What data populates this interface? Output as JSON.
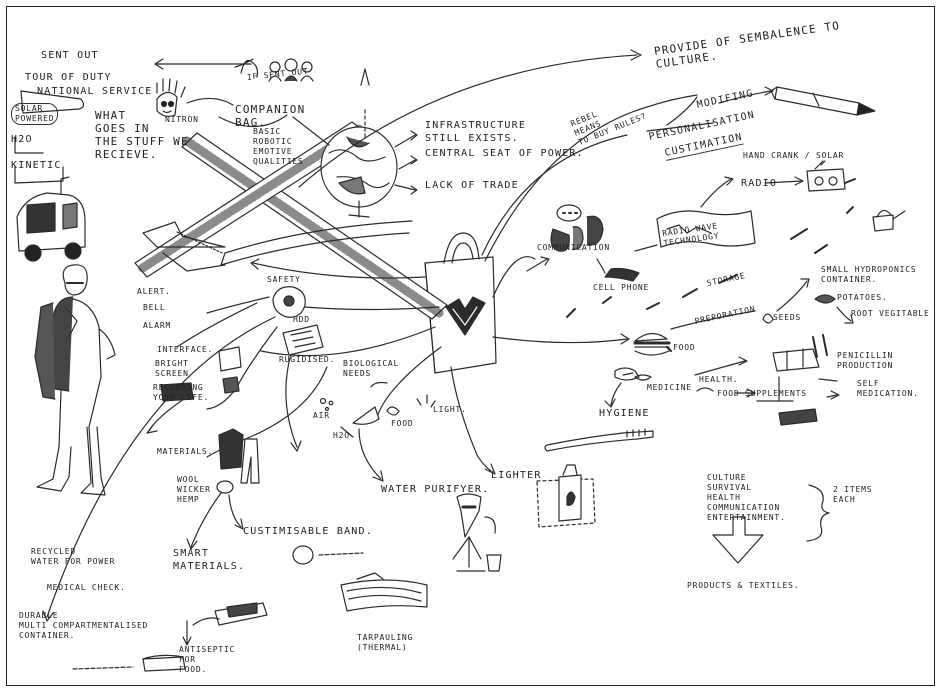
{
  "labels": {
    "sent_out": "SENT OUT",
    "tour_of_duty": "TOUR OF DUTY",
    "national_service": "NATIONAL SERVICE",
    "solar_powered": "SOLAR\nPOWERED",
    "h2o_left": "H2O",
    "kinetic": "KINETIC",
    "what_goes_in": "WHAT\nGOES IN\nTHE STUFF WE\nRECIEVE.",
    "nitron": "NITRON",
    "if_sent_out": "IF SENT OUT",
    "companion_bag": "COMPANION\nBAG.",
    "basic_robotic": "BASIC\nROBOTIC\nEMOTIVE\nQUALITIES",
    "infrastructure": "INFRASTRUCTURE\nSTILL EXISTS.",
    "central_seat": "CENTRAL SEAT OF POWER.",
    "lack_of_trade": "LACK OF TRADE",
    "provide_semblance": "PROVIDE OF SEMBALENCE TO\nCULTURE.",
    "rebel_means": "REBEL\nMEANS\nTO BUY RULES?",
    "modifying": "MODIFING",
    "personalisation": "PERSONALISATION",
    "customisation": "CUSTIMATION",
    "hand_crank": "HAND CRANK / SOLAR",
    "radio": "RADIO",
    "communication": "COMMUNICATION",
    "radio_wave": "RADIO WAVE\nTECHNOLOGY",
    "cell_phone": "CELL PHONE",
    "storage": "STORAGE",
    "preparation": "PREPORATION",
    "seeds": "SEEDS",
    "small_hydroponics": "SMALL HYDROPONICS\nCONTAINER.",
    "potatoes": "POTATOES.",
    "root_vegetable": "ROOT VEGITABLE",
    "food_right": "FOOD",
    "medicine": "MEDICINE",
    "health": "HEALTH.",
    "food_supplements": "FOOD SUPPLEMENTS",
    "penicillin": "PENICILLIN\nPRODUCTION",
    "self_medication": "SELF\nMEDICATION.",
    "hygiene": "HYGIENE",
    "culture_list": "CULTURE\nSURVIVAL\nHEALTH\nCOMMUNICATION\nENTERTAINMENT.",
    "two_items": "2 ITEMS\nEACH",
    "products_textiles": "PRODUCTS & TEXTILES.",
    "safety": "SAFETY",
    "alert": "ALERT.",
    "bell": "BELL",
    "alarm": "ALARM",
    "interface": "INTERFACE.",
    "bright_screen": "BRIGHT\nSCREEN",
    "recording_life": "RECORDING\nYOUR LIFE.",
    "hdd": "HDD",
    "ruggedised": "RUGIDISED.",
    "biological_needs": "BIOLOGICAL\nNEEDS",
    "air": "AIR",
    "h2o_mid": "H2O",
    "food_mid": "FOOD",
    "light": "LIGHT.",
    "materials": "MATERIALS.",
    "wool": "WOOL\nWICKER\nHEMP",
    "water_purifier": "WATER PURIFYER.",
    "lighter": "LIGHTER",
    "customisable_band": "CUSTIMISABLE BAND.",
    "smart_materials": "SMART\nMATERIALS.",
    "recycled_water": "RECYCLED\nWATER FOR POWER",
    "medical_check": "MEDICAL CHECK.",
    "durable_container": "DURABLE\nMULTI COMPARTMENTALISED\nCONTAINER.",
    "antiseptic": "ANTISEPTIC\nFOR\nFOOD.",
    "tarpaulin": "TARPAULING\n(THERMAL)"
  }
}
